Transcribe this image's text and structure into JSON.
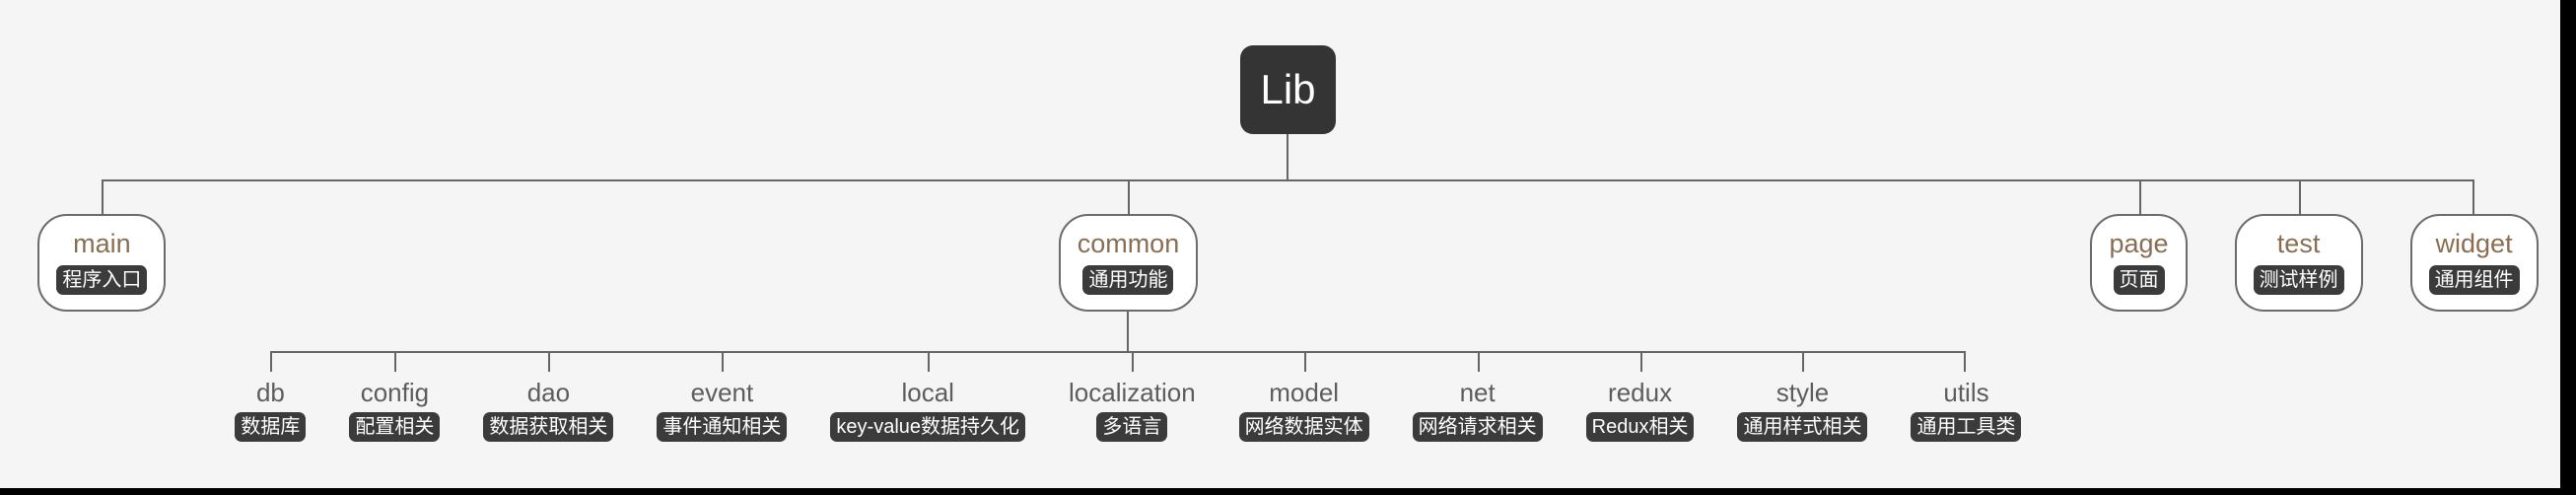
{
  "canvas": {
    "background": "#f5f5f5",
    "right_edge_color": "#000000",
    "bottom_edge_color": "#000000"
  },
  "colors": {
    "root_bg": "#343434",
    "root_text": "#ffffff",
    "node_bg": "#ffffff",
    "node_border": "#6b6b6b",
    "connector_line": "#666666",
    "level1_label": "#8a6e52",
    "level2_label": "#5d5d5d",
    "badge_bg": "#3b3b3b",
    "badge_text": "#ffffff"
  },
  "tree": {
    "root": {
      "label": "Lib"
    },
    "children": [
      {
        "label": "main",
        "badge": "程序入口"
      },
      {
        "label": "common",
        "badge": "通用功能",
        "children": [
          {
            "label": "db",
            "badge": "数据库"
          },
          {
            "label": "config",
            "badge": "配置相关"
          },
          {
            "label": "dao",
            "badge": "数据获取相关"
          },
          {
            "label": "event",
            "badge": "事件通知相关"
          },
          {
            "label": "local",
            "badge": "key-value数据持久化"
          },
          {
            "label": "localization",
            "badge": "多语言"
          },
          {
            "label": "model",
            "badge": "网络数据实体"
          },
          {
            "label": "net",
            "badge": "网络请求相关"
          },
          {
            "label": "redux",
            "badge": "Redux相关"
          },
          {
            "label": "style",
            "badge": "通用样式相关"
          },
          {
            "label": "utils",
            "badge": "通用工具类"
          }
        ]
      },
      {
        "label": "page",
        "badge": "页面"
      },
      {
        "label": "test",
        "badge": "测试样例"
      },
      {
        "label": "widget",
        "badge": "通用组件"
      }
    ]
  }
}
